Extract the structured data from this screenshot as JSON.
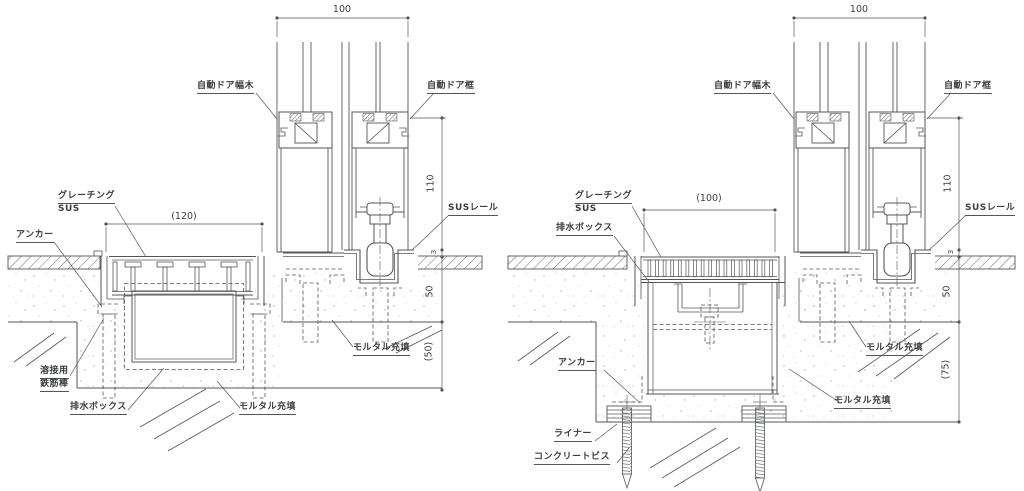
{
  "left": {
    "dim_top": "100",
    "dim_trench": "(120)",
    "dim_height": "110",
    "dim_tile": "3",
    "dim_upper": "50",
    "dim_lower": "(50)",
    "label_baseboard": "自動ドア幅木",
    "label_frame": "自動ドア框",
    "label_grating": "グレーチング",
    "label_grating_sub": "SUS",
    "label_anchor": "アンカー",
    "label_rail": "SUSレール",
    "label_mortar_side": "モルタル充填",
    "label_mortar_bottom": "モルタル充填",
    "label_weld_1": "溶接用",
    "label_weld_2": "鉄筋棒",
    "label_drainbox": "排水ボックス"
  },
  "right": {
    "dim_top": "100",
    "dim_trench": "(100)",
    "dim_height": "110",
    "dim_tile": "3",
    "dim_upper": "50",
    "dim_lower": "(75)",
    "label_baseboard": "自動ドア幅木",
    "label_frame": "自動ドア框",
    "label_grating": "グレーチング",
    "label_grating_sub": "SUS",
    "label_drainbox": "排水ボックス",
    "label_anchor": "アンカー",
    "label_rail": "SUSレール",
    "label_mortar_side": "モルタル充填",
    "label_mortar_bottom": "モルタル充填",
    "label_liner": "ライナー",
    "label_screw": "コンクリートビス"
  },
  "colors": {
    "line": "#54565a",
    "background": "#ffffff"
  }
}
